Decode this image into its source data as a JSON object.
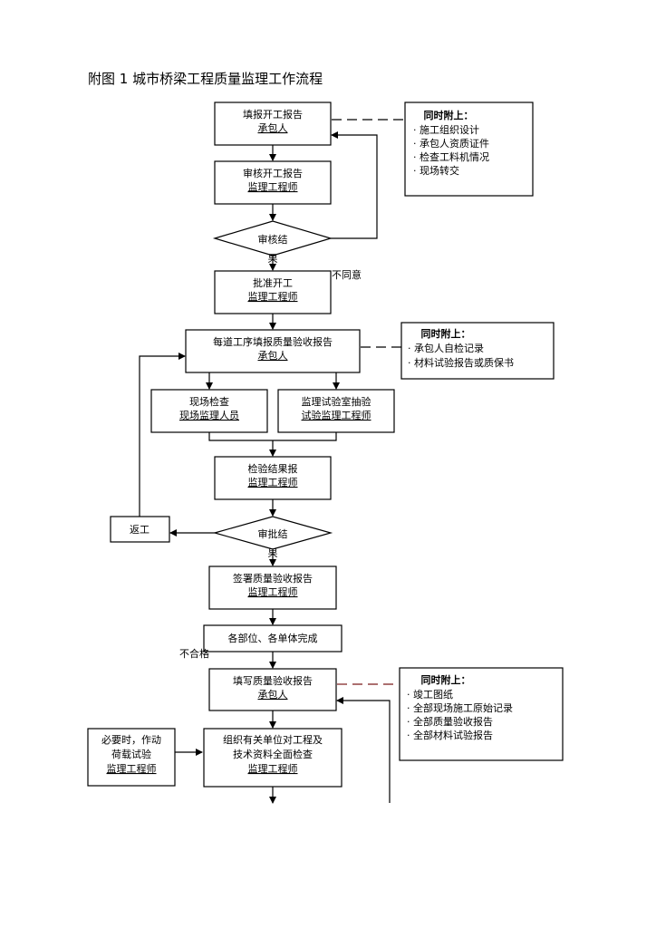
{
  "title": "附图 1  城市桥梁工程质量监理工作流程",
  "nodes": {
    "n1": {
      "line1": "填报开工报告",
      "line2": "承包人"
    },
    "n2": {
      "line1": "审核开工报告",
      "line2": "监理工程师"
    },
    "d1": {
      "line1": "审核结",
      "line2": "果"
    },
    "n3": {
      "line1": "批准开工",
      "line2": "监理工程师"
    },
    "n4": {
      "line1": "每道工序填报质量验收报告",
      "line2": "承包人"
    },
    "n5a": {
      "line1": "现场检查",
      "line2": "现场监理人员"
    },
    "n5b": {
      "line1": "监理试验室抽验",
      "line2": "试验监理工程师"
    },
    "n6": {
      "line1": "检验结果报",
      "line2": "监理工程师"
    },
    "rework": {
      "line1": "返工"
    },
    "d2": {
      "line1": "审批结",
      "line2": "果"
    },
    "n7": {
      "line1": "签署质量验收报告",
      "line2": "监理工程师"
    },
    "n8": {
      "line1": "各部位、各单体完成"
    },
    "n9": {
      "line1": "填写质量验收报告",
      "line2": "承包人"
    },
    "n10": {
      "line1": "组织有关单位对工程及",
      "line2": "技术资料全面检查",
      "line3": "监理工程师"
    },
    "side": {
      "line1": "必要时，作动",
      "line2": "荷载试验",
      "line3": "监理工程师"
    }
  },
  "labels": {
    "disagree": "不同意",
    "fail": "不合格"
  },
  "attach1": {
    "heading": "同时附上：",
    "items": [
      "· 施工组织设计",
      "· 承包人资质证件",
      "· 检查工料机情况",
      "· 现场转交"
    ]
  },
  "attach2": {
    "heading": "同时附上：",
    "items": [
      "· 承包人自检记录",
      "· 材料试验报告或质保书"
    ]
  },
  "attach3": {
    "heading": "同时附上：",
    "items": [
      "· 竣工图纸",
      "· 全部现场施工原始记录",
      "· 全部质量验收报告",
      "· 全部材料试验报告"
    ]
  }
}
